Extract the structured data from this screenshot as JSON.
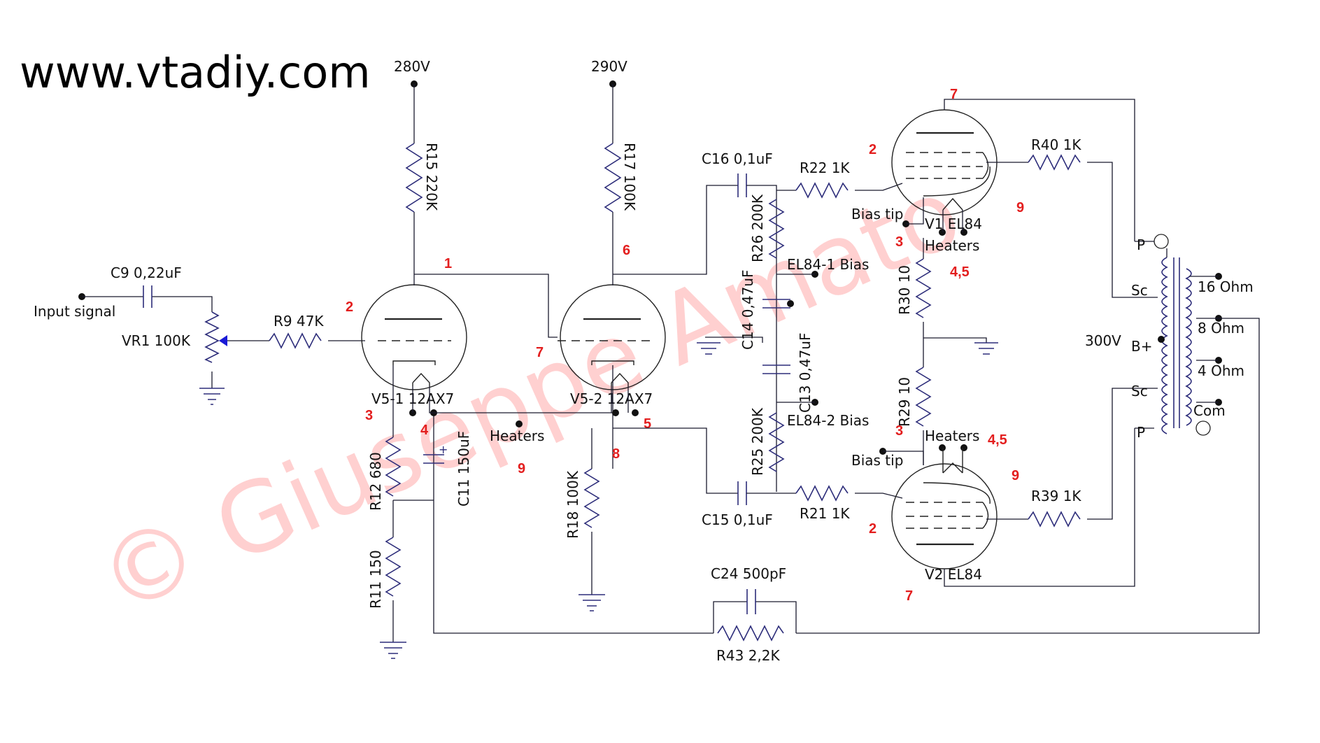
{
  "site": "www.vtadiy.com",
  "watermark": "© Giuseppe Amato",
  "supplies": {
    "v280": "280V",
    "v290": "290V",
    "v300": "300V"
  },
  "input": {
    "label": "Input signal",
    "c9": "C9 0,22uF",
    "vr1": "VR1  100K",
    "r9": "R9 47K"
  },
  "stage1": {
    "tube": "V5-1  12AX7",
    "r15": "R15 220K",
    "r12": "R12 680",
    "r11": "R11 150",
    "c11": "C11 150uF"
  },
  "stage2": {
    "tube": "V5-2  12AX7",
    "r17": "R17 100K",
    "r18": "R18 100K",
    "heaters": "Heaters"
  },
  "coupling": {
    "c16": "C16 0,1uF",
    "c15": "C15 0,1uF",
    "r22": "R22 1K",
    "r21": "R21 1K",
    "r26": "R26 200K",
    "r25": "R25 200K",
    "c14": "C14 0,47uF",
    "c13": "C13 0,47uF",
    "bias1": "EL84-1 Bias",
    "bias2": "EL84-2 Bias"
  },
  "output": {
    "v1": "V1  EL84",
    "v2": "V2  EL84",
    "r40": "R40 1K",
    "r39": "R39 1K",
    "r30": "R30 10",
    "r29": "R29 10",
    "heaters_top": "Heaters",
    "heaters_bot": "Heaters",
    "bias_tip_top": "Bias tip",
    "bias_tip_bot": "Bias tip"
  },
  "transformer": {
    "p_top": "P",
    "sc_top": "Sc",
    "bplus": "B+",
    "sc_bot": "Sc",
    "p_bot": "P",
    "o16": "16 Ohm",
    "o8": "8 Ohm",
    "o4": "4 Ohm",
    "com": "Com"
  },
  "feedback": {
    "c24": "C24 500pF",
    "r43": "R43 2,2K"
  },
  "pins": {
    "v51_plate": "1",
    "v51_grid": "2",
    "v51_cath": "3",
    "v51_heat": "4",
    "v51_nine": "9",
    "v52_plate": "6",
    "v52_grid": "7",
    "v52_heat": "5",
    "v52_cath": "8",
    "v1_plate": "7",
    "v1_grid": "2",
    "v1_cath": "3",
    "v1_heat": "4,5",
    "v1_screen": "9",
    "v2_cath": "3",
    "v2_heat": "4,5",
    "v2_screen": "9",
    "v2_grid": "2",
    "v2_plate": "7"
  }
}
